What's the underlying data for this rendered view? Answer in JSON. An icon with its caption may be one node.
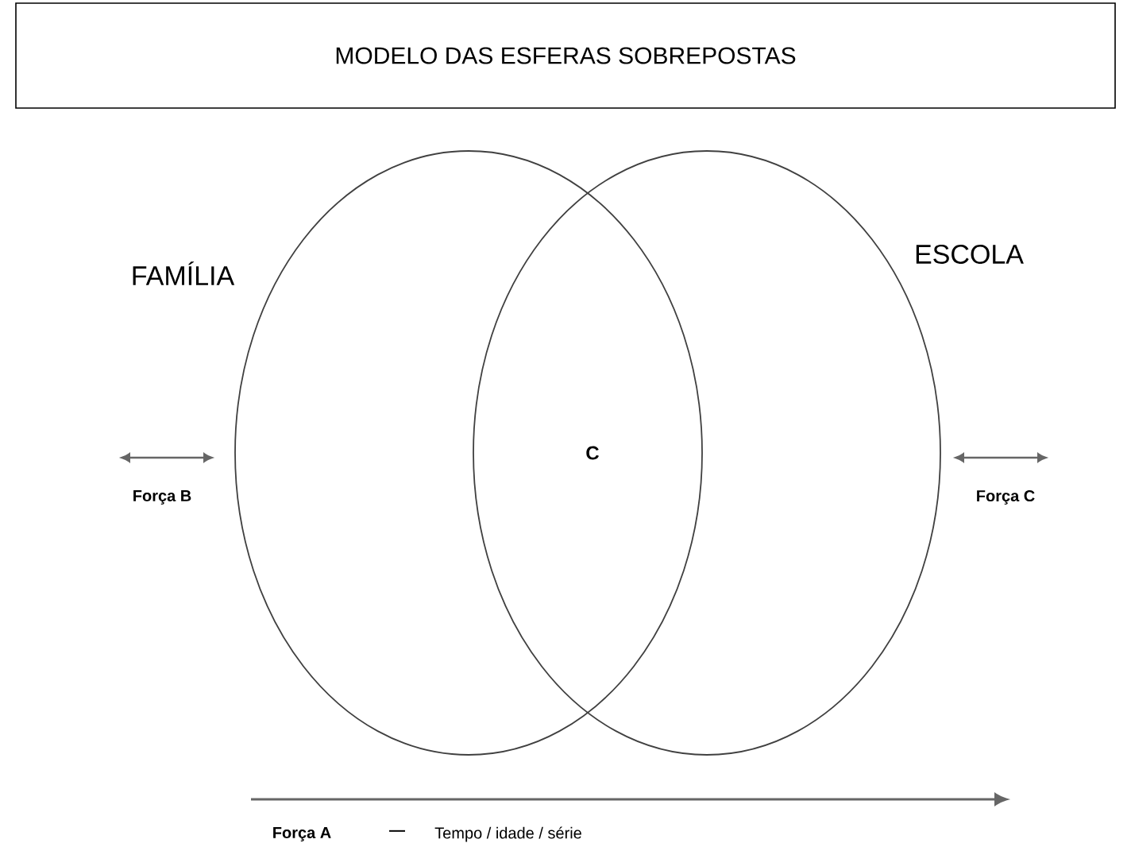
{
  "diagram": {
    "nodes": [
      {
        "text": [
          "MODELO DAS ESFERAS SOBREPOSTAS"
        ]
      },
      {
        "text": [
          "FAMÍLIA"
        ]
      },
      {
        "text": [
          "ESCOLA"
        ]
      }
    ],
    "edges": [],
    "labels": [
      "C",
      "Força B",
      "Força C",
      "Força A",
      "—",
      "Tempo / idade / série"
    ]
  }
}
